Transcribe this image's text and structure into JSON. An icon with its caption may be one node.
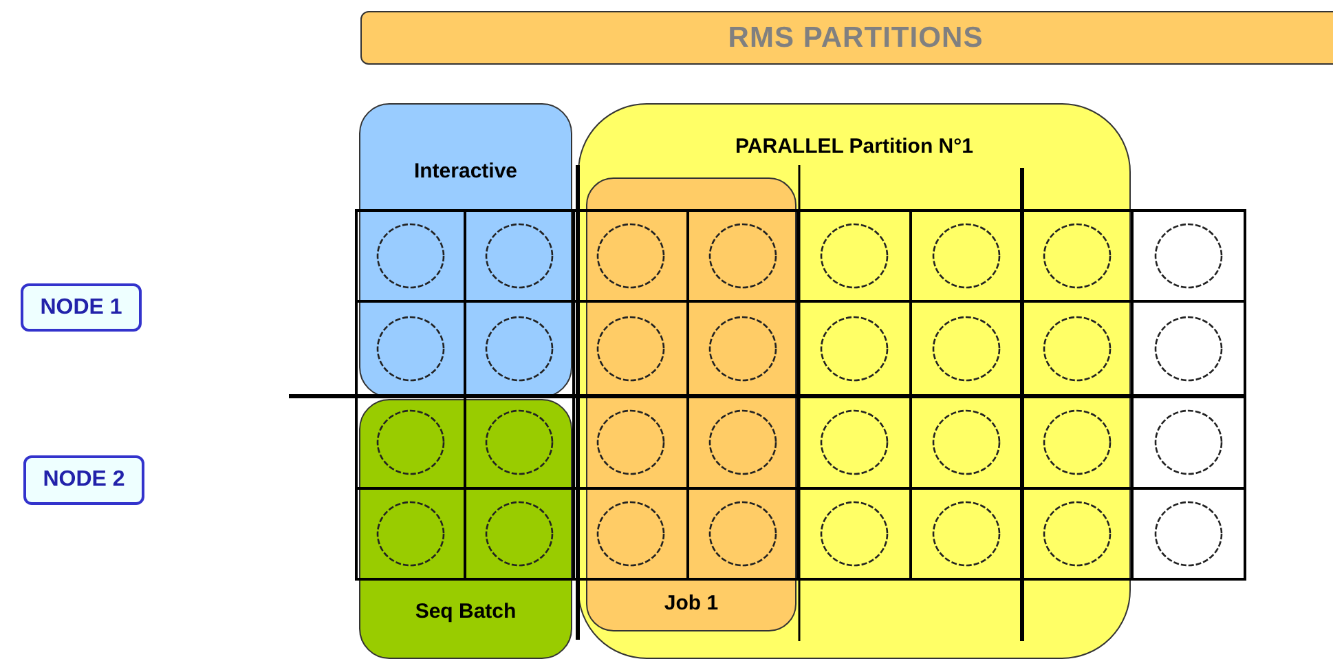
{
  "diagram": {
    "title": "RMS PARTITIONS",
    "nodes": [
      {
        "text": [
          "NODE 1"
        ]
      },
      {
        "text": [
          "NODE 2"
        ]
      },
      {
        "text": [
          "Interactive"
        ]
      },
      {
        "text": [
          "Seq Batch"
        ]
      },
      {
        "text": [
          "PARALLEL Partition N°1"
        ]
      },
      {
        "text": [
          "Job 1"
        ],
        "in": 4
      }
    ]
  }
}
